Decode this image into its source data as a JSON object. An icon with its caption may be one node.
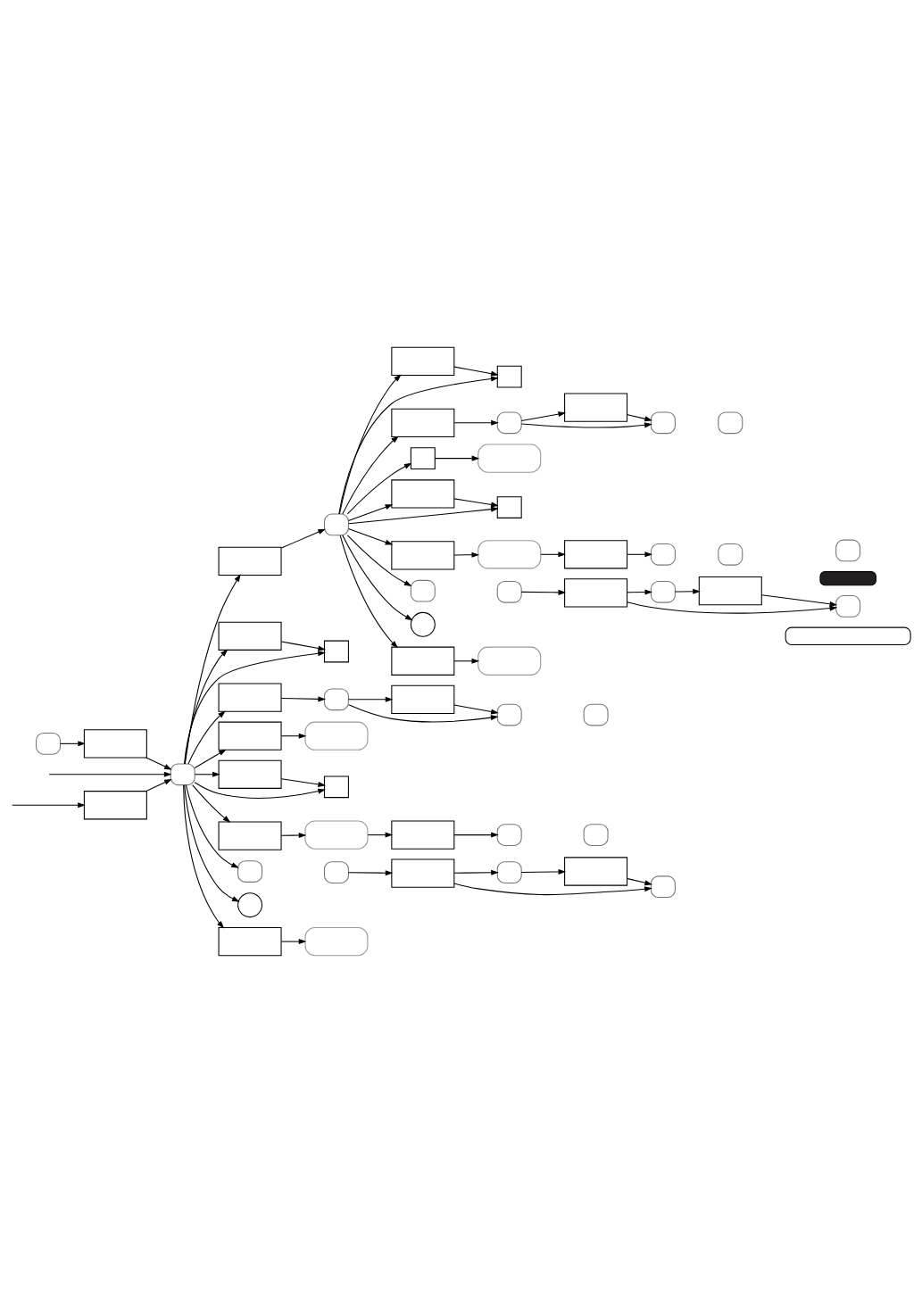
{
  "diagram": {
    "nodes": [
      {
        "text": [],
        "shape": "pill"
      },
      {
        "text": [],
        "shape": "box"
      },
      {
        "text": [],
        "shape": "key"
      },
      {
        "text": [],
        "shape": "box"
      },
      {
        "text": [],
        "shape": "key"
      },
      {
        "text": [],
        "shape": "box"
      },
      {
        "text": [],
        "shape": "key"
      },
      {
        "text": [],
        "shape": "box"
      },
      {
        "text": [],
        "shape": "box"
      },
      {
        "text": [],
        "shape": "box"
      },
      {
        "text": [],
        "shape": "key"
      },
      {
        "text": [],
        "shape": "box"
      },
      {
        "text": [],
        "shape": "key"
      },
      {
        "text": [],
        "shape": "key"
      },
      {
        "text": [],
        "shape": "box"
      },
      {
        "text": [],
        "shape": "box"
      },
      {
        "text": [],
        "shape": "box"
      },
      {
        "text": [],
        "shape": "key"
      },
      {
        "text": [],
        "shape": "box"
      },
      {
        "text": [],
        "shape": "key"
      },
      {
        "text": [],
        "shape": "key"
      },
      {
        "text": [],
        "shape": "box"
      },
      {
        "text": [],
        "shape": "key"
      },
      {
        "text": [],
        "shape": "box"
      },
      {
        "text": [],
        "shape": "box"
      },
      {
        "text": [],
        "shape": "box"
      },
      {
        "text": [],
        "shape": "key"
      },
      {
        "text": [],
        "shape": "box"
      },
      {
        "text": [],
        "shape": "key"
      },
      {
        "text": [],
        "shape": "key"
      },
      {
        "text": [],
        "shape": "key"
      },
      {
        "text": [],
        "shape": "key"
      },
      {
        "text": [],
        "shape": "box"
      },
      {
        "text": [],
        "shape": "key"
      },
      {
        "text": [],
        "shape": "box"
      },
      {
        "text": [],
        "shape": "key"
      },
      {
        "text": [],
        "shape": "circle"
      },
      {
        "text": [],
        "shape": "box"
      },
      {
        "text": [],
        "shape": "key"
      },
      {
        "text": [],
        "shape": "box"
      },
      {
        "text": [],
        "shape": "key"
      },
      {
        "text": [],
        "shape": "box"
      },
      {
        "text": [],
        "shape": "box"
      },
      {
        "text": [],
        "shape": "box"
      },
      {
        "text": [],
        "shape": "key"
      },
      {
        "text": [],
        "shape": "box"
      },
      {
        "text": [],
        "shape": "key"
      },
      {
        "text": [],
        "shape": "key"
      },
      {
        "text": [],
        "shape": "key"
      },
      {
        "text": [],
        "shape": "key"
      },
      {
        "text": [],
        "shape": "box"
      },
      {
        "text": [],
        "shape": "key"
      },
      {
        "text": [],
        "shape": "box"
      },
      {
        "text": [],
        "shape": "key"
      },
      {
        "text": [],
        "shape": "circle"
      },
      {
        "text": [],
        "shape": "box"
      },
      {
        "text": [],
        "shape": "key"
      },
      {
        "text": [],
        "shape": "pill"
      },
      {
        "text": [],
        "shape": "key"
      }
    ],
    "edges": [
      {
        "from": null,
        "to": 1,
        "arrow": "to"
      },
      {
        "from": null,
        "to": 4,
        "arrow": "to"
      },
      {
        "from": 1,
        "to": 4,
        "arrow": "to"
      },
      {
        "from": 2,
        "to": 3,
        "arrow": "to"
      },
      {
        "from": 3,
        "to": 4,
        "arrow": "to"
      },
      {
        "from": 4,
        "to": 5,
        "arrow": "to"
      },
      {
        "from": 5,
        "to": 6,
        "arrow": "to"
      },
      {
        "from": 4,
        "to": 7,
        "arrow": "to"
      },
      {
        "from": 4,
        "to": 8,
        "arrow": "to"
      },
      {
        "from": 7,
        "to": 8,
        "arrow": "to"
      },
      {
        "from": 4,
        "to": 9,
        "arrow": "to"
      },
      {
        "from": 9,
        "to": 10,
        "arrow": "to"
      },
      {
        "from": 10,
        "to": 11,
        "arrow": "to"
      },
      {
        "from": 10,
        "to": 12,
        "arrow": "to"
      },
      {
        "from": 11,
        "to": 12,
        "arrow": "to"
      },
      {
        "from": 6,
        "to": 14,
        "arrow": "to"
      },
      {
        "from": 6,
        "to": 15,
        "arrow": "to"
      },
      {
        "from": 14,
        "to": 15,
        "arrow": "to"
      },
      {
        "from": 6,
        "to": 16,
        "arrow": "to"
      },
      {
        "from": 16,
        "to": 17,
        "arrow": "to"
      },
      {
        "from": 17,
        "to": 18,
        "arrow": "to"
      },
      {
        "from": 17,
        "to": 19,
        "arrow": "to"
      },
      {
        "from": 18,
        "to": 19,
        "arrow": "to"
      },
      {
        "from": 6,
        "to": 21,
        "arrow": "to"
      },
      {
        "from": 21,
        "to": 22,
        "arrow": "to"
      },
      {
        "from": 6,
        "to": 23,
        "arrow": "to"
      },
      {
        "from": 6,
        "to": 24,
        "arrow": "to"
      },
      {
        "from": 23,
        "to": 24,
        "arrow": "to"
      },
      {
        "from": 6,
        "to": 25,
        "arrow": "to"
      },
      {
        "from": 25,
        "to": 26,
        "arrow": "to"
      },
      {
        "from": 26,
        "to": 27,
        "arrow": "to"
      },
      {
        "from": 27,
        "to": 28,
        "arrow": "to"
      },
      {
        "from": 6,
        "to": 30,
        "arrow": "to"
      },
      {
        "from": 31,
        "to": 32,
        "arrow": "to"
      },
      {
        "from": 32,
        "to": 33,
        "arrow": "to"
      },
      {
        "from": 32,
        "to": 35,
        "arrow": "to"
      },
      {
        "from": 33,
        "to": 34,
        "arrow": "to"
      },
      {
        "from": 34,
        "to": 35,
        "arrow": "to"
      },
      {
        "from": 6,
        "to": 36,
        "arrow": "to"
      },
      {
        "from": 6,
        "to": 37,
        "arrow": "to"
      },
      {
        "from": 37,
        "to": 38,
        "arrow": "to"
      },
      {
        "from": 4,
        "to": 39,
        "arrow": "to"
      },
      {
        "from": 39,
        "to": 40,
        "arrow": "to"
      },
      {
        "from": 4,
        "to": 41,
        "arrow": "to"
      },
      {
        "from": 4,
        "to": 42,
        "arrow": "to"
      },
      {
        "from": 41,
        "to": 42,
        "arrow": "to"
      },
      {
        "from": 4,
        "to": 43,
        "arrow": "to"
      },
      {
        "from": 43,
        "to": 44,
        "arrow": "to"
      },
      {
        "from": 44,
        "to": 45,
        "arrow": "to"
      },
      {
        "from": 45,
        "to": 46,
        "arrow": "to"
      },
      {
        "from": 4,
        "to": 48,
        "arrow": "to"
      },
      {
        "from": 49,
        "to": 50,
        "arrow": "to"
      },
      {
        "from": 50,
        "to": 51,
        "arrow": "to"
      },
      {
        "from": 50,
        "to": 53,
        "arrow": "to"
      },
      {
        "from": 51,
        "to": 52,
        "arrow": "to"
      },
      {
        "from": 52,
        "to": 53,
        "arrow": "to"
      },
      {
        "from": 4,
        "to": 54,
        "arrow": "to"
      },
      {
        "from": 4,
        "to": 55,
        "arrow": "to"
      },
      {
        "from": 55,
        "to": 56,
        "arrow": "to"
      }
    ]
  }
}
